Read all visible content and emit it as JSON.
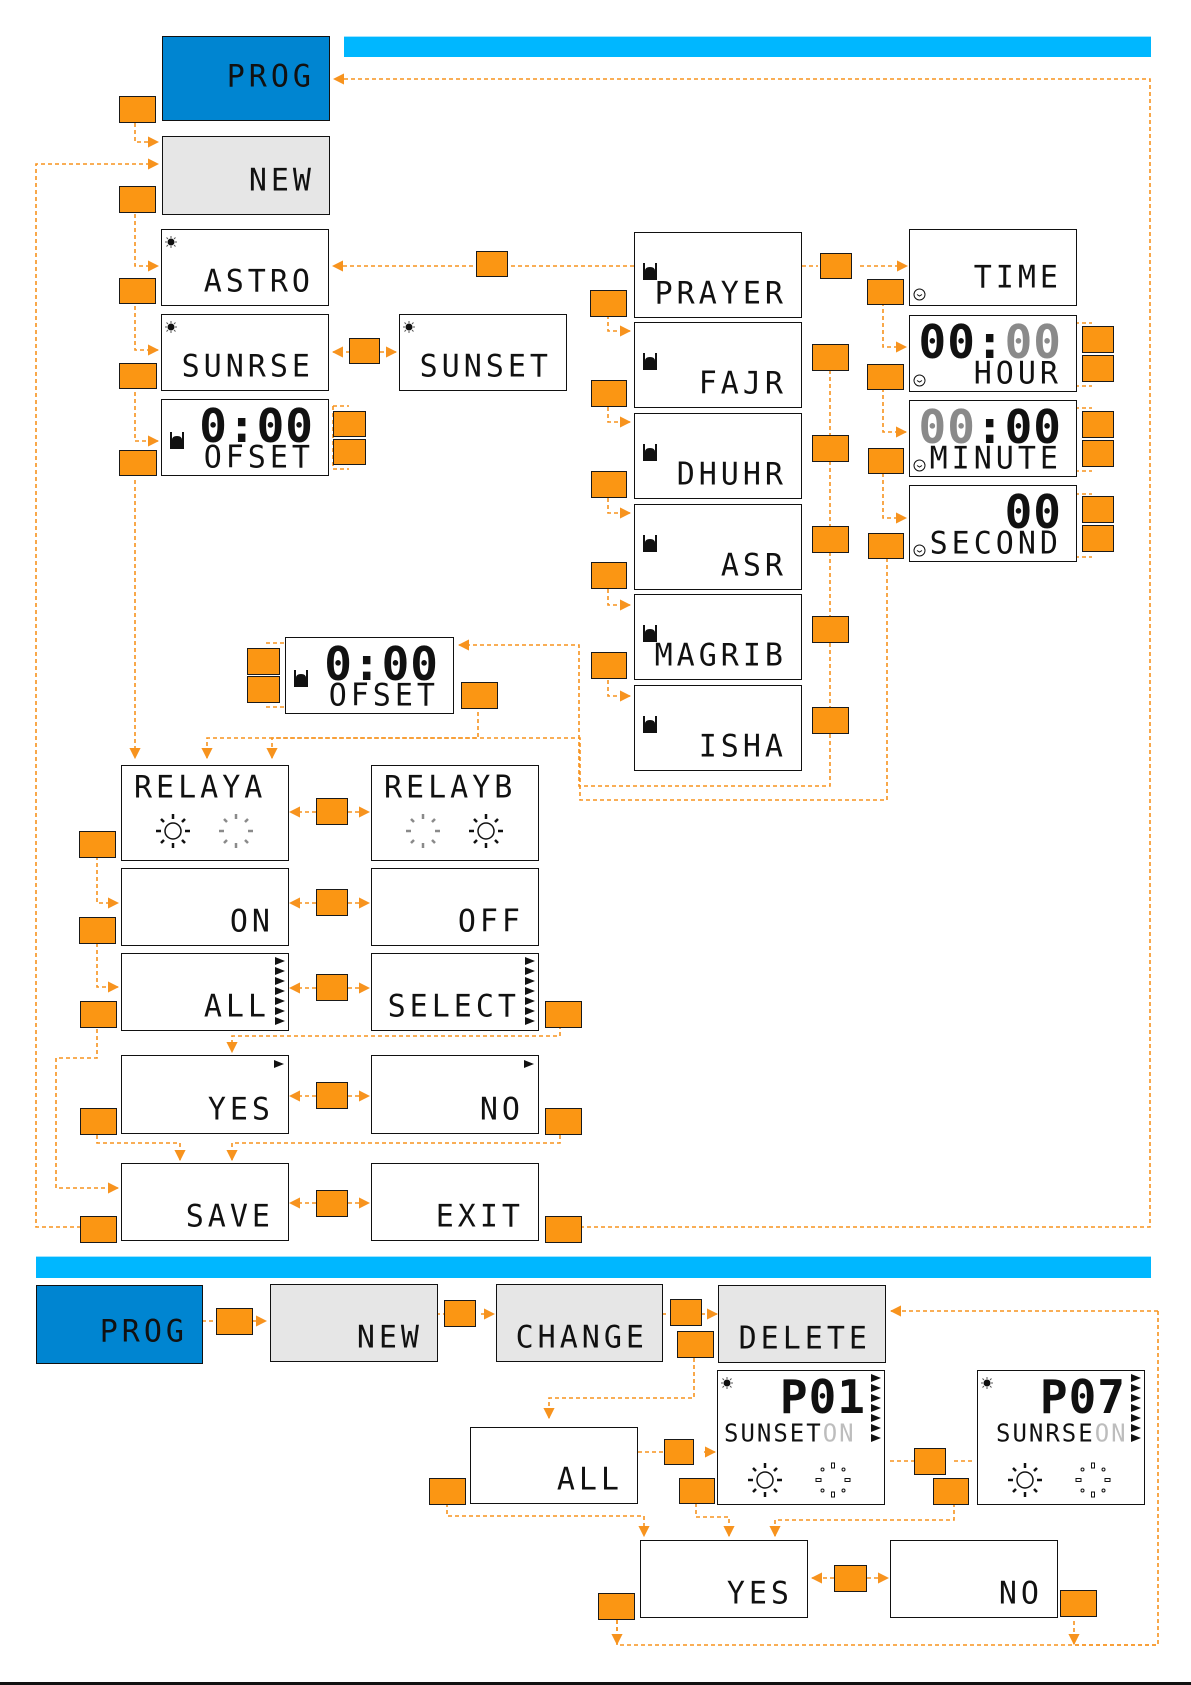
{
  "sections": {
    "top_bar_color": "#00b7ff",
    "bottom_bar_color": "#00b7ff"
  },
  "colors": {
    "button": "#fb9613",
    "line": "#f7931e",
    "prog_bg": "#0085d1",
    "menu_bg": "#e6e6e6",
    "dim_digits": "#8a8a8a"
  },
  "new_program": {
    "prog": "PROG",
    "new": "NEW",
    "astro": "ASTRO",
    "sunrise": "SUNRSE",
    "sunset": "SUNSET",
    "offset1": {
      "value": "0:00",
      "label": "OFSET"
    },
    "prayer": "PRAYER",
    "prayers": [
      "FAJR",
      "DHUHR",
      "ASR",
      "MAGRIB",
      "ISHA"
    ],
    "offset2": {
      "value": "0:00",
      "label": "OFSET"
    },
    "time": "TIME",
    "hour": {
      "hh": "00",
      "sep": ":",
      "mm": "00",
      "label": "HOUR"
    },
    "minute": {
      "hh": "00",
      "sep": ":",
      "mm": "00",
      "label": "MINUTE"
    },
    "second": {
      "ss": "00",
      "label": "SECOND"
    },
    "relay_a": "RELAYA",
    "relay_b": "RELAYB",
    "on": "ON",
    "off": "OFF",
    "all": "ALL",
    "select": "SELECT",
    "yes": "YES",
    "no": "NO",
    "save": "SAVE",
    "exit": "EXIT"
  },
  "delete_program": {
    "prog": "PROG",
    "new": "NEW",
    "change": "CHANGE",
    "delete": "DELETE",
    "all": "ALL",
    "p01": {
      "num": "P01",
      "event": "SUNSET",
      "state": "ON"
    },
    "p07": {
      "num": "P07",
      "event": "SUNRSE",
      "state": "ON"
    },
    "yes": "YES",
    "no": "NO"
  },
  "icons": {
    "sun": "sun-clock-icon",
    "mosque": "mosque-icon",
    "clock": "clock-icon",
    "relay_on": "relay-on-icon",
    "relay_off": "relay-off-icon",
    "arrow": "triangle-right-icon"
  }
}
